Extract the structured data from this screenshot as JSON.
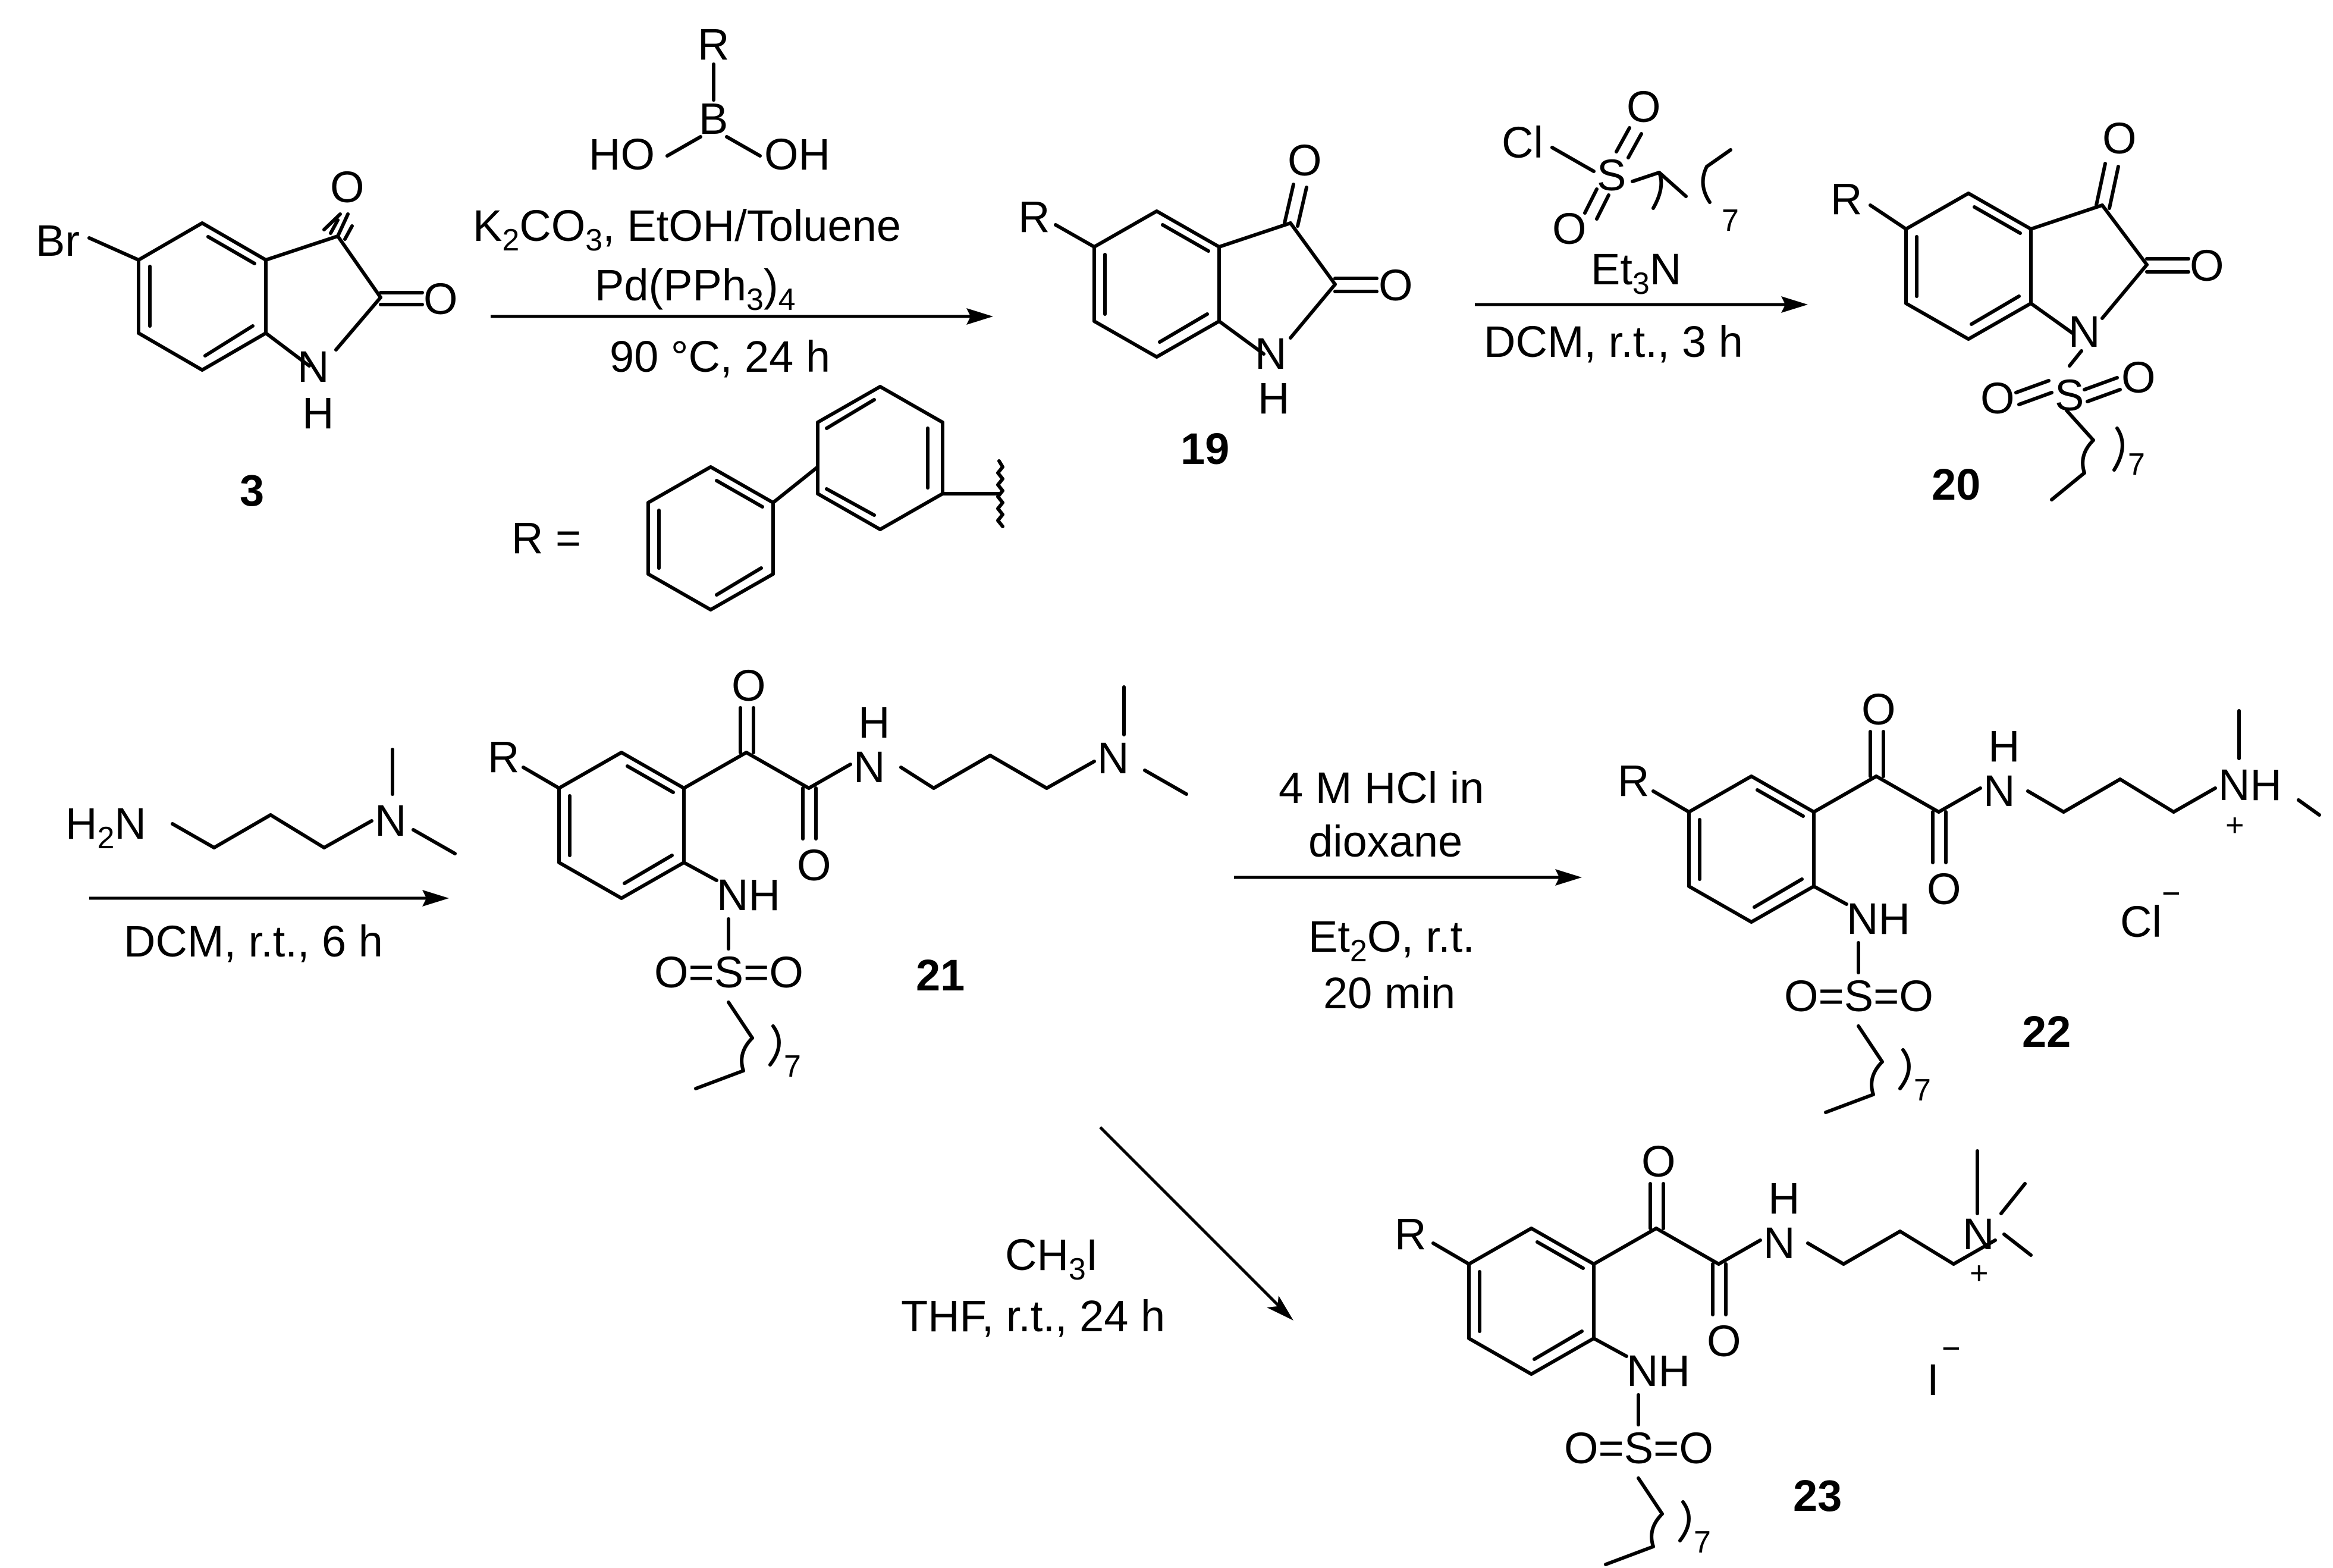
{
  "compounds": {
    "c3": {
      "label": "3"
    },
    "c19": {
      "label": "19"
    },
    "c20": {
      "label": "20"
    },
    "c21": {
      "label": "21"
    },
    "c22": {
      "label": "22"
    },
    "c23": {
      "label": "23"
    }
  },
  "atoms": {
    "br": "Br",
    "o": "O",
    "n": "N",
    "h": "H",
    "nh": "NH",
    "r": "R",
    "b": "B",
    "ho": "HO",
    "oh": "OH",
    "cl": "Cl",
    "s": "S",
    "i": "I",
    "seven": "7",
    "plus": "+",
    "minus": "−",
    "o_eq_s": "O=S=O",
    "h2n": "H2N"
  },
  "reactions": {
    "r1": {
      "line1_a": "K",
      "line1_sub": "2",
      "line1_b": "CO",
      "line1_sub2": "3",
      "line1_c": ", EtOH/Toluene",
      "line2_a": "Pd(PPh",
      "line2_sub": "3",
      "line2_b": ")",
      "line2_sub2": "4",
      "line3": "90 °C, 24 h"
    },
    "r2": {
      "line1_a": "Et",
      "line1_sub": "3",
      "line1_b": "N",
      "line2": "DCM, r.t., 3 h"
    },
    "r3": {
      "line1": "DCM, r.t., 6 h"
    },
    "r4": {
      "line1": "4 M HCl in",
      "line2": "dioxane",
      "line3_a": "Et",
      "line3_sub": "2",
      "line3_b": "O, r.t.",
      "line4": "20 min"
    },
    "r5": {
      "line1_a": "CH",
      "line1_sub": "3",
      "line1_b": "I",
      "line2": "THF, r.t., 24 h"
    }
  },
  "r_definition": {
    "label": "R ="
  }
}
